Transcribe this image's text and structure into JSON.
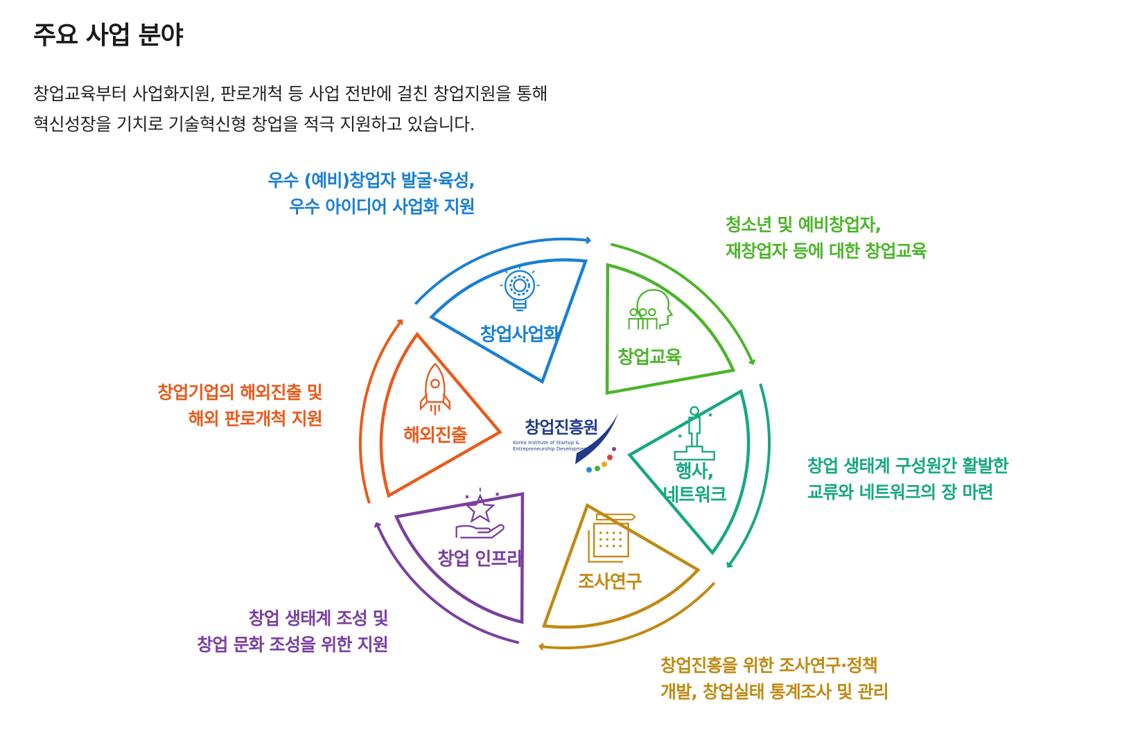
{
  "header": {
    "title": "주요 사업 분야",
    "description": [
      "창업교육부터 사업화지원, 판로개척 등 사업 전반에 걸친 창업지원을 통해",
      "혁신성장을 기치로 기술혁신형 창업을 적극 지원하고 있습니다."
    ]
  },
  "center_logo": {
    "name": "창업진흥원",
    "subtitle": [
      "Korea Institute of Startup &",
      "Entrepreneurship Development"
    ]
  },
  "segments": [
    {
      "label": [
        "창업사업화"
      ],
      "icon": "lightbulb-gear-icon",
      "color": "#1a7fd4",
      "description": [
        "우수 (예비)창업자 발굴·육성,",
        "우수 아이디어 사업화 지원"
      ]
    },
    {
      "label": [
        "창업교육"
      ],
      "icon": "head-people-icon",
      "color": "#4cb52a",
      "description": [
        "청소년 및 예비창업자,",
        "재창업자 등에 대한 창업교육"
      ]
    },
    {
      "label": [
        "행사,",
        "네트워크"
      ],
      "icon": "podium-person-icon",
      "color": "#16a883",
      "description": [
        "창업 생태계 구성원간 활발한",
        "교류와 네트워크의 장 마련"
      ]
    },
    {
      "label": [
        "조사연구"
      ],
      "icon": "calendar-pen-icon",
      "color": "#c08a12",
      "description": [
        "창업진흥을 위한 조사연구·정책",
        "개발, 창업실태 통계조사 및 관리"
      ]
    },
    {
      "label": [
        "창업 인프라"
      ],
      "icon": "hand-star-icon",
      "color": "#7a3fa0",
      "description": [
        "창업 생태계 조성 및",
        "창업 문화 조성을 위한 지원"
      ]
    },
    {
      "label": [
        "해외진출"
      ],
      "icon": "rocket-icon",
      "color": "#ea5a1a",
      "description": [
        "창업기업의 해외진출 및",
        "해외 판로개척 지원"
      ]
    }
  ]
}
